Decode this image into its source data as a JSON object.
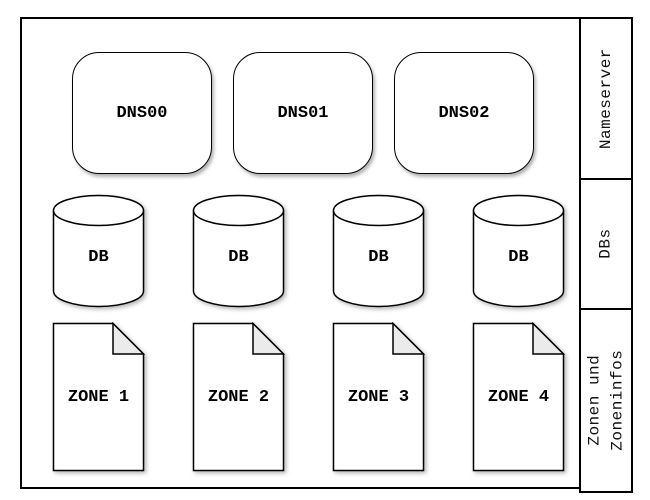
{
  "diagram": {
    "nameservers": [
      {
        "label": "DNS00"
      },
      {
        "label": "DNS01"
      },
      {
        "label": "DNS02"
      }
    ],
    "databases": [
      {
        "label": "DB"
      },
      {
        "label": "DB"
      },
      {
        "label": "DB"
      },
      {
        "label": "DB"
      }
    ],
    "zones": [
      {
        "label": "ZONE 1"
      },
      {
        "label": "ZONE 2"
      },
      {
        "label": "ZONE 3"
      },
      {
        "label": "ZONE 4"
      }
    ],
    "sidebar": {
      "sections": [
        {
          "label": "Nameserver"
        },
        {
          "label": "DBs"
        },
        {
          "label": "Zonen und\nZoneninfos"
        }
      ]
    },
    "colors": {
      "stroke": "#000000",
      "node_fill": "#ffffff",
      "fold_fill": "#ebebeb",
      "shadow": "#828282"
    }
  }
}
